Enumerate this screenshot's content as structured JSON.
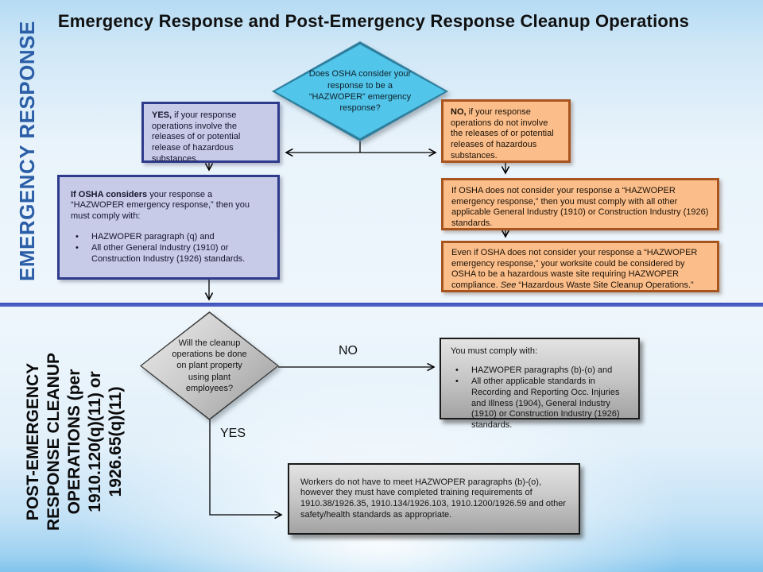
{
  "title": "Emergency Response and Post-Emergency Response Cleanup Operations",
  "sidebar": {
    "top_label": "EMERGENCY RESPONSE",
    "bottom_label_lines": [
      "POST-EMERGENCY",
      "RESPONSE CLEANUP",
      "OPERATIONS (per",
      "1910.120(q)(11) or",
      "1926.65(q)(11)"
    ]
  },
  "flowchart": {
    "decision_top": "Does OSHA consider your response to be a “HAZWOPER” emergency response?",
    "yes_box": {
      "lead": "YES,",
      "rest": " if your response operations involve the releases of or potential release of hazardous substances."
    },
    "no_box": {
      "lead": "NO,",
      "rest": " if your response operations do not involve the releases of or potential releases of hazardous substances."
    },
    "comply_hazwoper_box": {
      "lead": "If OSHA considers",
      "rest": " your response a “HAZWOPER emergency response,” then you must comply with:",
      "bullets": [
        "HAZWOPER paragraph (q) and",
        "All other General Industry (1910) or Construction Industry (1926) standards."
      ]
    },
    "not_consider_box": "If OSHA does not consider your response a “HAZWOPER emergency response,” then you must comply with all other applicable General Industry (1910) or Construction Industry (1926) standards.",
    "even_if_box": {
      "before_see": "Even if OSHA does not consider your response a “HAZWOPER emergency response,” your worksite could be considered by OSHA to be a hazardous waste site requiring HAZWOPER compliance. ",
      "see": "See",
      "after_see": " “Hazardous Waste Site Cleanup Operations.”"
    },
    "decision_bottom": "Will the cleanup operations be done on plant property using plant employees?",
    "no_label": "NO",
    "yes_label": "YES",
    "comply_bo_box": {
      "intro": "You must comply with:",
      "bullets": [
        "HAZWOPER paragraphs (b)-(o) and",
        "All other applicable standards in Recording and Reporting Occ. Injuries and Illness (1904), General Industry (1910) or Construction Industry (1926) standards."
      ]
    },
    "workers_box": "Workers do not have to meet HAZWOPER paragraphs (b)-(o), however they must have completed training requirements of 1910.38/1926.35, 1910.134/1926.103, 1910.1200/1926.59 and other safety/health standards as appropriate."
  },
  "colors": {
    "decision_fill": "#52C5EA",
    "decision_border": "#2F7F9E",
    "emergency_fill": "#C7CBE8",
    "emergency_border": "#2E3A8C",
    "non_emergency_fill": "#FBBE8A",
    "non_emergency_border": "#A8541E",
    "cleanup_fill": "#C2C2C2",
    "divider": "#4A5FC4",
    "sidebar_blue": "#2B5EA7",
    "background_blue": "#B5DBF3"
  }
}
